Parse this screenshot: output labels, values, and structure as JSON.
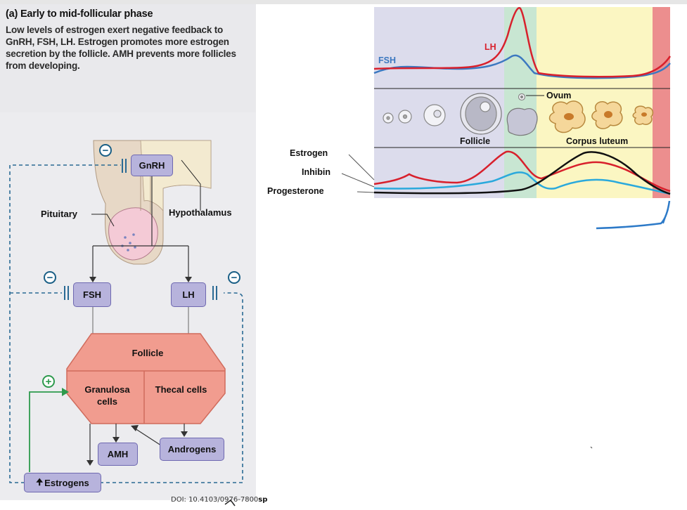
{
  "panel": {
    "title": "(a) Early to mid-follicular phase",
    "description": "Low levels of estrogen exert negative feedback to GnRH, FSH, LH. Estrogen promotes more estrogen secretion by the follicle. AMH prevents more follicles from developing."
  },
  "feedback_diagram": {
    "gnrh": "GnRH",
    "fsh": "FSH",
    "lh": "LH",
    "pituitary": "Pituitary",
    "hypothalamus": "Hypothalamus",
    "follicle": "Follicle",
    "granulosa": "Granulosa cells",
    "thecal": "Thecal cells",
    "amh": "AMH",
    "androgens": "Androgens",
    "estrogens": "Estrogens",
    "neg_sign": "−",
    "pos_sign": "+"
  },
  "cycle_chart": {
    "fsh_label": "FSH",
    "lh_label": "LH",
    "ovum_label": "Ovum",
    "follicle_label": "Follicle",
    "corpus_luteum_label": "Corpus luteum",
    "estrogen_label": "Estrogen",
    "inhibin_label": "Inhibin",
    "progesterone_label": "Progesterone"
  },
  "colors": {
    "fsh": "#3c78c0",
    "lh": "#d8202c",
    "estrogen": "#d8202c",
    "inhibin": "#2aa9dc",
    "progesterone": "#111111",
    "follicular_bg": "#dcdcec",
    "ovulation_bg": "#c8e6d2",
    "luteal_bg": "#fbf6c2",
    "menses_bg": "#ec8e8e",
    "feedback": "#2a6a94"
  },
  "footer": {
    "doi": "DOI: 10.4103/0976-7800",
    "author": "sp"
  }
}
